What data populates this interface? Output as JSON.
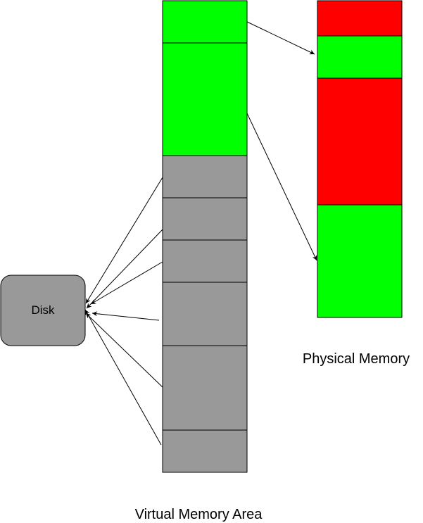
{
  "diagram": {
    "disk_label": "Disk",
    "physical_memory_label": "Physical Memory",
    "virtual_memory_label": "Virtual Memory Area",
    "virtual_blocks": [
      {
        "state": "mapped"
      },
      {
        "state": "mapped"
      },
      {
        "state": "paged-out"
      },
      {
        "state": "paged-out"
      },
      {
        "state": "paged-out"
      },
      {
        "state": "paged-out"
      },
      {
        "state": "paged-out"
      },
      {
        "state": "paged-out"
      }
    ],
    "physical_blocks": [
      {
        "state": "used"
      },
      {
        "state": "mapped"
      },
      {
        "state": "used"
      },
      {
        "state": "mapped"
      }
    ]
  },
  "colors": {
    "mapped": "#00ff00",
    "used": "#ff0000",
    "paged_out": "#999999",
    "disk": "#999999",
    "stroke": "#000000"
  }
}
